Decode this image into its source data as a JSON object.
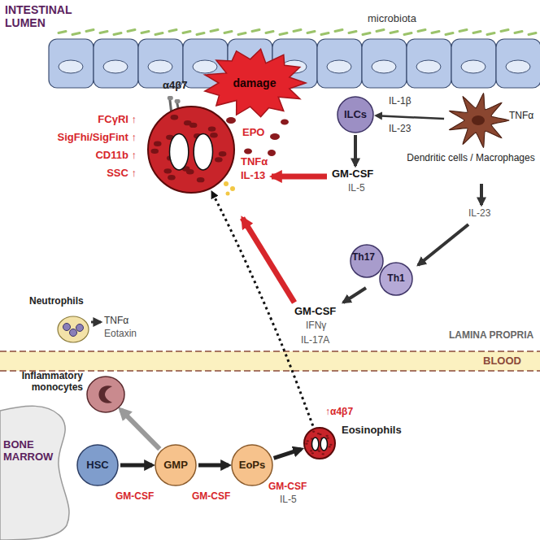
{
  "diagram": {
    "nodes": [
      {
        "text": [
          "damage"
        ]
      },
      {
        "text": [
          "α4β7"
        ]
      },
      {
        "text": [
          "ILCs"
        ]
      },
      {
        "text": [
          "TNFα",
          "Dendritic cells / Macrophages"
        ]
      },
      {
        "text": [
          "Th17"
        ]
      },
      {
        "text": [
          "Th1"
        ]
      },
      {
        "text": [
          "Neutrophils"
        ]
      },
      {
        "text": [
          "Inflammatory monocytes"
        ]
      },
      {
        "text": [
          "HSC"
        ]
      },
      {
        "text": [
          "GMP"
        ]
      },
      {
        "text": [
          "EoPs"
        ]
      },
      {
        "text": [
          "Eosinophils"
        ]
      }
    ],
    "edges": [
      {
        "from": 3,
        "to": 2,
        "arrow": "to"
      },
      {
        "from": 8,
        "to": 9,
        "arrow": "to"
      },
      {
        "from": 9,
        "to": 10,
        "arrow": "to"
      },
      {
        "from": 10,
        "to": 11,
        "arrow": "to"
      },
      {
        "from": 9,
        "to": 7,
        "arrow": "to"
      },
      {
        "from": 11,
        "to": 1,
        "arrow": "to"
      }
    ],
    "labels": [
      "INTESTINAL LUMEN",
      "microbiota",
      "FCγRI ↑",
      "SigFhi/SigFint ↑",
      "CD11b ↑",
      "SSC ↑",
      "EPO",
      "TNFα",
      "IL-13",
      "IL-1β",
      "IL-23",
      "GM-CSF",
      "IL-5",
      "IL-23",
      "GM-CSF",
      "IFNγ",
      "IL-17A",
      "LAMINA PROPRIA",
      "BLOOD",
      "TNFα",
      "Eotaxin",
      "BONE MARROW",
      "GM-CSF",
      "GM-CSF",
      "GM-CSF",
      "IL-5",
      "↑α4β7"
    ]
  }
}
